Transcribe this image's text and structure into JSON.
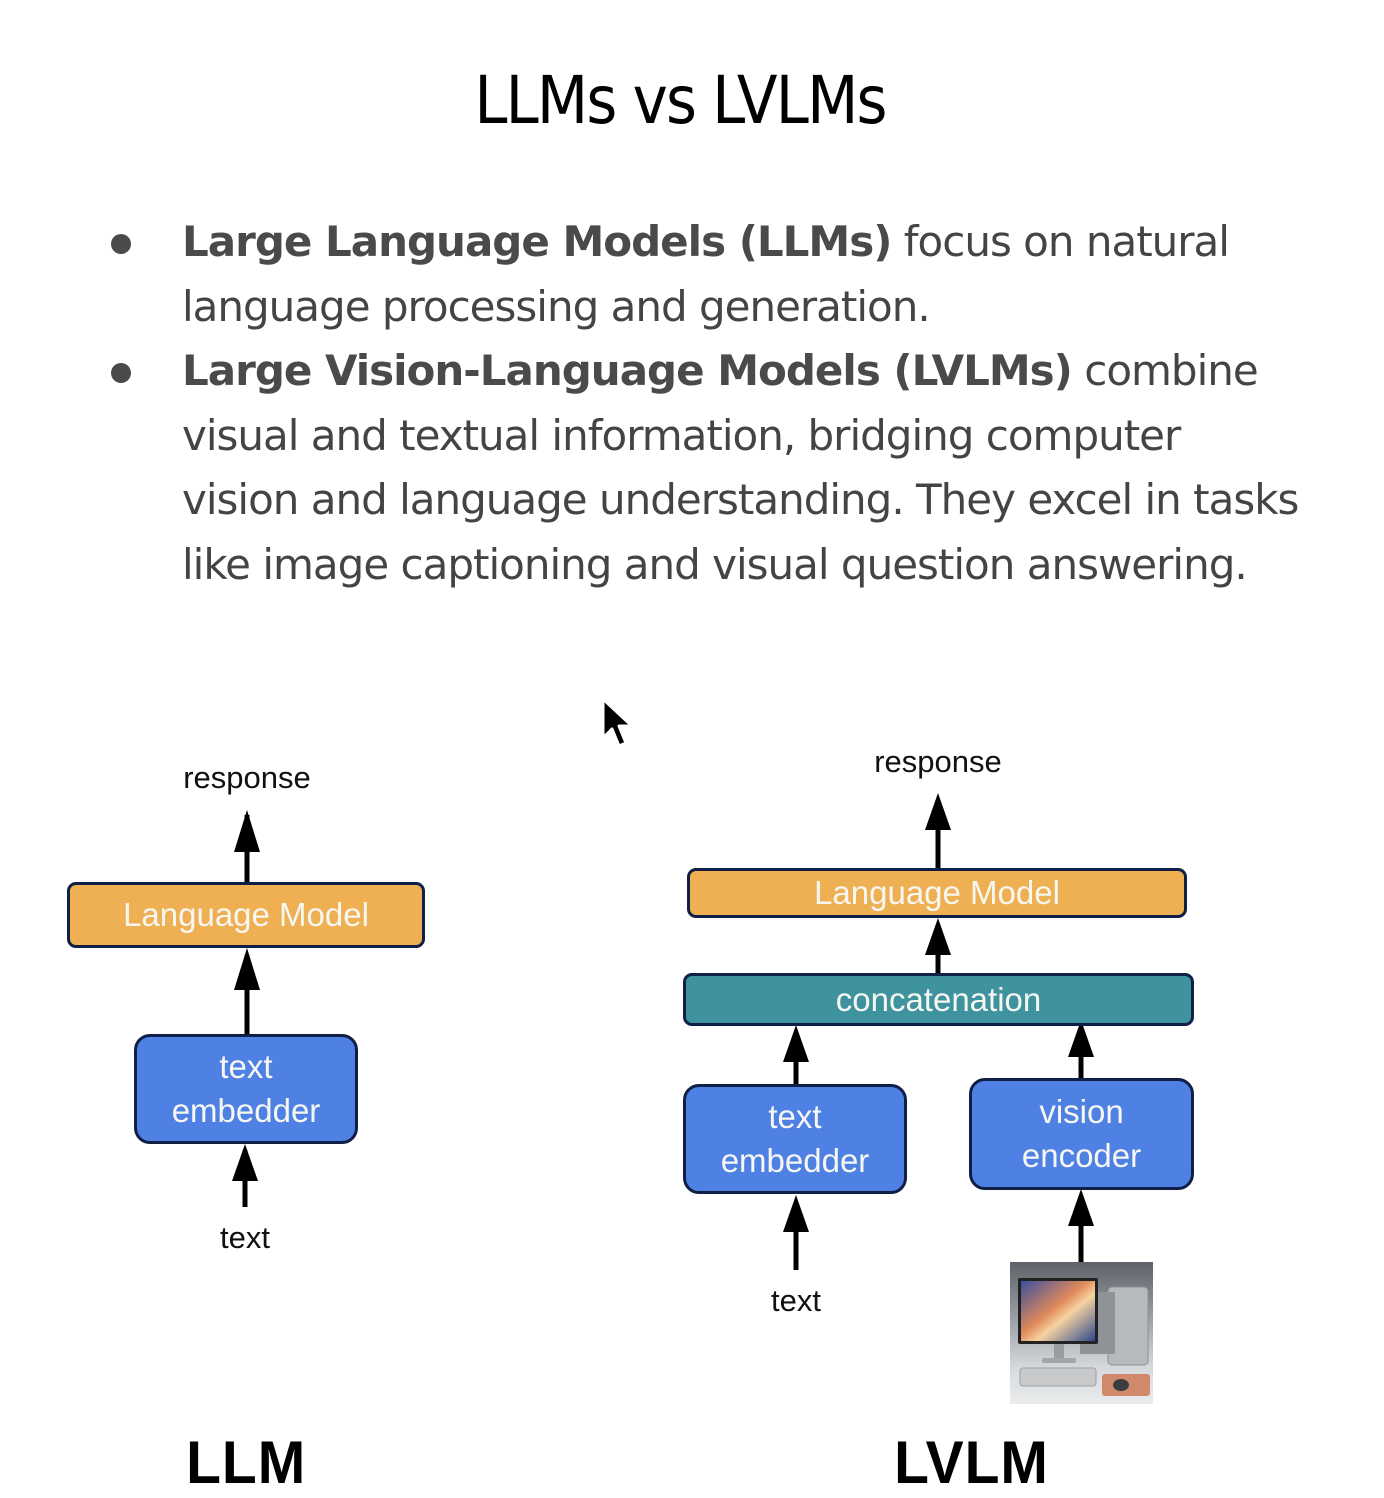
{
  "slide": {
    "title": "LLMs vs LVLMs",
    "bullets": [
      {
        "bold": "Large Language Models (LLMs)",
        "text": " focus on natural language processing and generation."
      },
      {
        "bold": "Large Vision-Language Models (LVLMs)",
        "text": " combine visual and textual information, bridging computer vision and language understanding. They excel in tasks like image captioning and visual question answering."
      }
    ]
  },
  "llm_diagram": {
    "caption": "LLM",
    "output_label": "response",
    "language_model": "Language Model",
    "text_embedder_line1": "text",
    "text_embedder_line2": "embedder",
    "input_label": "text"
  },
  "lvlm_diagram": {
    "caption": "LVLM",
    "output_label": "response",
    "language_model": "Language Model",
    "concatenation": "concatenation",
    "text_embedder_line1": "text",
    "text_embedder_line2": "embedder",
    "vision_encoder_line1": "vision",
    "vision_encoder_line2": "encoder",
    "text_input_label": "text",
    "image_input": "desktop-computer-photo"
  },
  "colors": {
    "language_model": "#efaf53",
    "concatenation": "#3e939f",
    "encoder": "#4f80e4",
    "box_border": "#0f1f46"
  }
}
